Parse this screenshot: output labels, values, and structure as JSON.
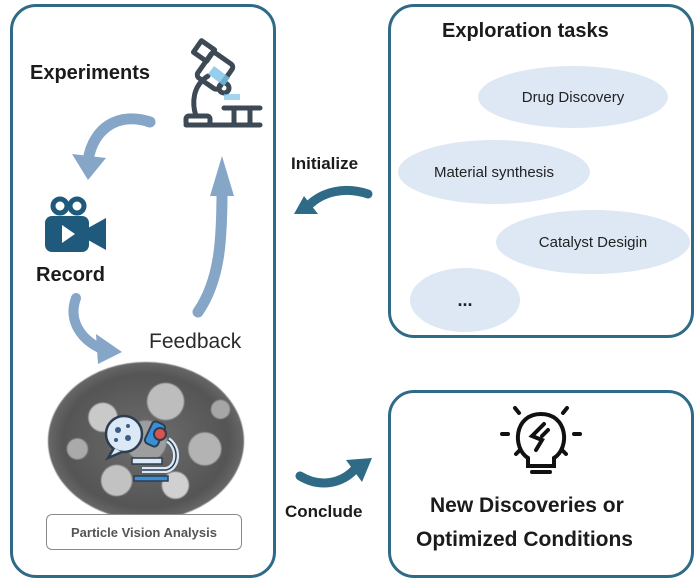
{
  "left_panel": {
    "experiments_label": "Experiments",
    "record_label": "Record",
    "feedback_label": "Feedback",
    "analysis_label": "Particle Vision Analysis"
  },
  "arrows": {
    "initialize_label": "Initialize",
    "conclude_label": "Conclude"
  },
  "tasks_panel": {
    "title": "Exploration tasks",
    "items": [
      "Drug Discovery",
      "Material synthesis",
      "Catalyst Desigin",
      "..."
    ]
  },
  "result_panel": {
    "line1": "New Discoveries or",
    "line2": "Optimized Conditions"
  },
  "colors": {
    "border": "#2f6b86",
    "arrow_light": "#86a6c8",
    "arrow_dark": "#2f6b86",
    "ellipse_fill": "#dde8f4",
    "icon_dark": "#1f5a7c"
  }
}
